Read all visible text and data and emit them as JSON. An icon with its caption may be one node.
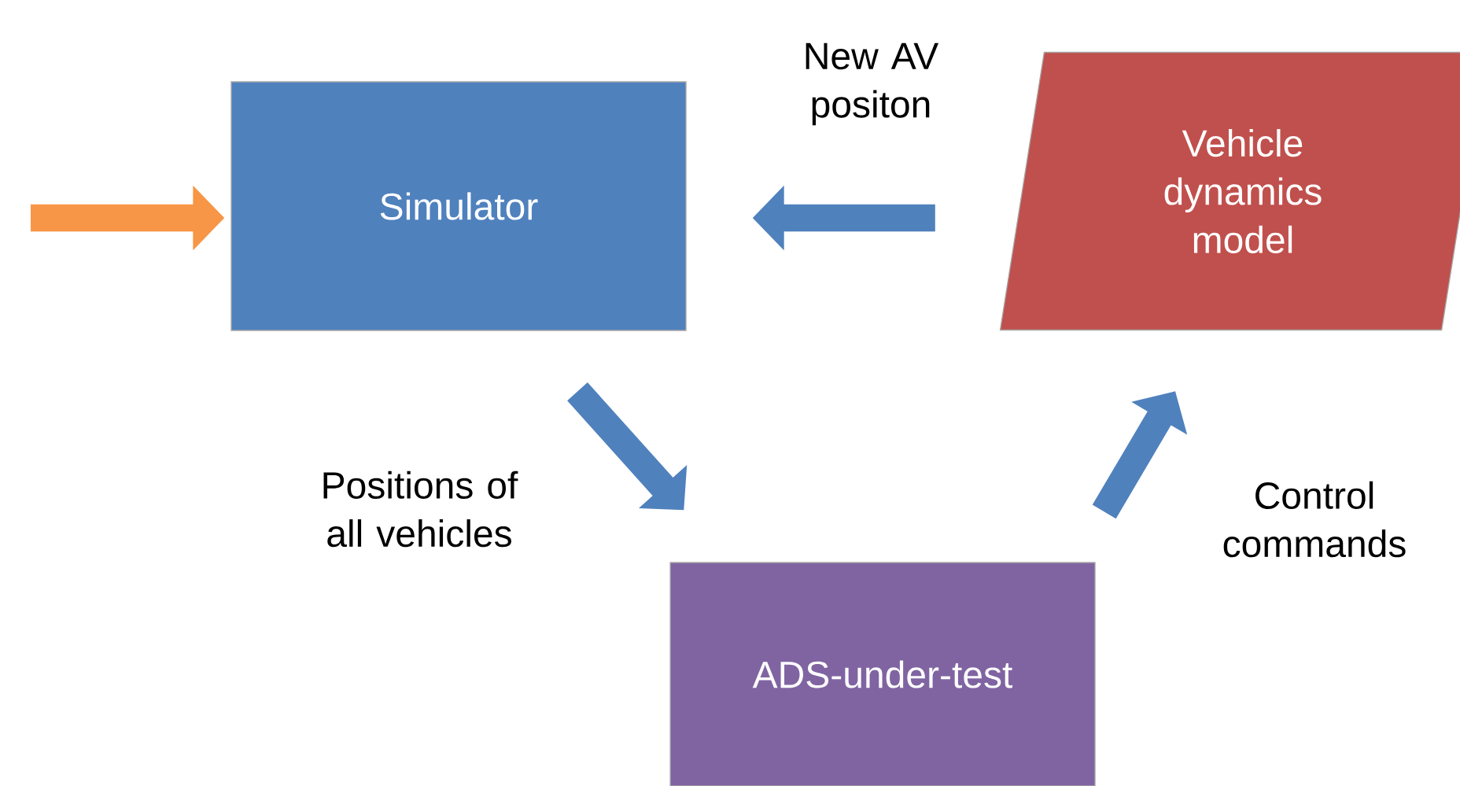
{
  "diagram": {
    "nodes": [
      {
        "text": [
          "Simulator"
        ]
      },
      {
        "text": [
          "Vehicle dynamics model"
        ]
      },
      {
        "text": [
          "ADS-under-test"
        ]
      }
    ],
    "edges": [
      {
        "from": null,
        "to": 0,
        "arrow": "to",
        "color": "#f79646"
      },
      {
        "from": 1,
        "to": 0,
        "arrow": "to",
        "label": "New AV positon"
      },
      {
        "from": 0,
        "to": 2,
        "arrow": "to",
        "label": "Positions of all vehicles"
      },
      {
        "from": 2,
        "to": 1,
        "arrow": "to",
        "label": "Control commands"
      }
    ]
  }
}
